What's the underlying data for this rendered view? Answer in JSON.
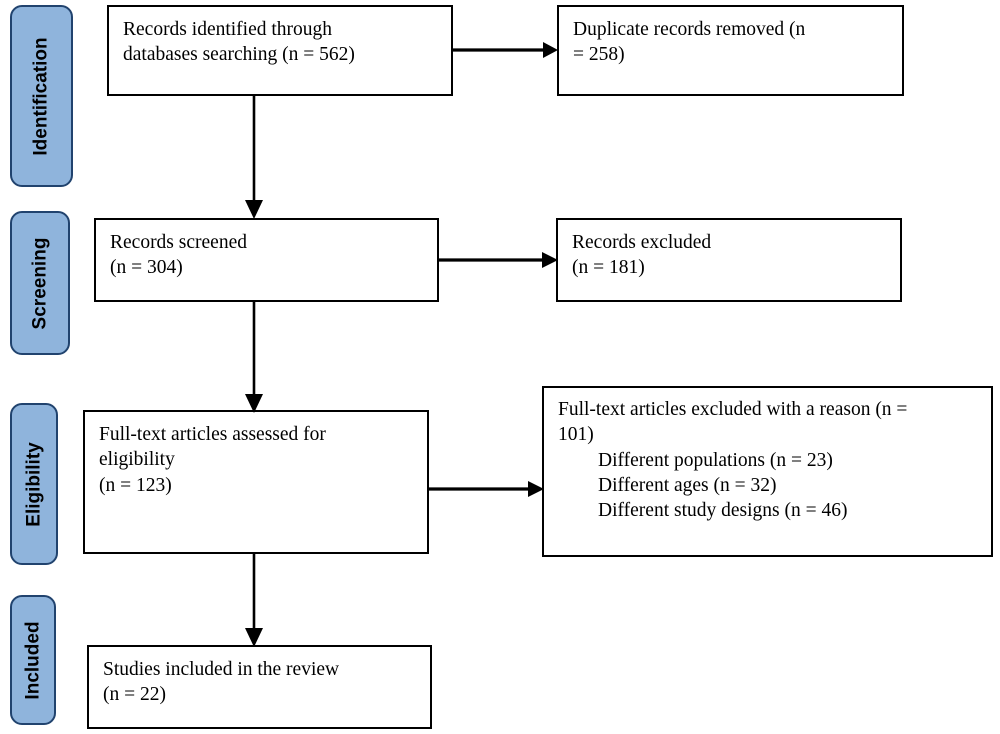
{
  "diagram": {
    "type": "prisma-flow-diagram",
    "title": "",
    "accent_color": "#8FB4DC",
    "accent_border_color": "#21436E",
    "box_border_color": "#000000",
    "background_color": "#FFFFFF",
    "stages": [
      {
        "id": "identification",
        "label": "Identification"
      },
      {
        "id": "screening",
        "label": "Screening"
      },
      {
        "id": "eligibility",
        "label": "Eligibility"
      },
      {
        "id": "included",
        "label": "Included"
      }
    ],
    "boxes": [
      {
        "id": "records-identified",
        "stage": "identification",
        "column": "left",
        "text": "Records identified through\ndatabases searching (n = 562)",
        "n": 562
      },
      {
        "id": "duplicates-removed",
        "stage": "identification",
        "column": "right",
        "text": "Duplicate records removed (n\n= 258)",
        "n": 258
      },
      {
        "id": "records-screened",
        "stage": "screening",
        "column": "left",
        "text": "Records screened\n(n = 304)",
        "n": 304
      },
      {
        "id": "records-excluded",
        "stage": "screening",
        "column": "right",
        "text": "Records excluded\n(n = 181)",
        "n": 181
      },
      {
        "id": "fulltext-assessed",
        "stage": "eligibility",
        "column": "left",
        "text": "Full-text articles assessed for\neligibility\n(n = 123)",
        "n": 123
      },
      {
        "id": "fulltext-excluded",
        "stage": "eligibility",
        "column": "right",
        "text": "Full-text articles excluded with a reason (n =\n101)",
        "n": 101,
        "reasons": [
          {
            "label": "Different populations (n = 23)",
            "n": 23
          },
          {
            "label": "Different ages (n = 32)",
            "n": 32
          },
          {
            "label": "Different study designs (n = 46)",
            "n": 46
          }
        ]
      },
      {
        "id": "studies-included",
        "stage": "included",
        "column": "left",
        "text": "Studies included in the review\n(n = 22)",
        "n": 22
      }
    ],
    "connectors": [
      {
        "id": "identified-to-duplicates",
        "from": "records-identified",
        "to": "duplicates-removed",
        "direction": "right"
      },
      {
        "id": "identified-to-screened",
        "from": "records-identified",
        "to": "records-screened",
        "direction": "down"
      },
      {
        "id": "screened-to-excluded",
        "from": "records-screened",
        "to": "records-excluded",
        "direction": "right"
      },
      {
        "id": "screened-to-fulltext",
        "from": "records-screened",
        "to": "fulltext-assessed",
        "direction": "down"
      },
      {
        "id": "fulltext-to-excluded",
        "from": "fulltext-assessed",
        "to": "fulltext-excluded",
        "direction": "right"
      },
      {
        "id": "fulltext-to-included",
        "from": "fulltext-assessed",
        "to": "studies-included",
        "direction": "down"
      }
    ]
  }
}
